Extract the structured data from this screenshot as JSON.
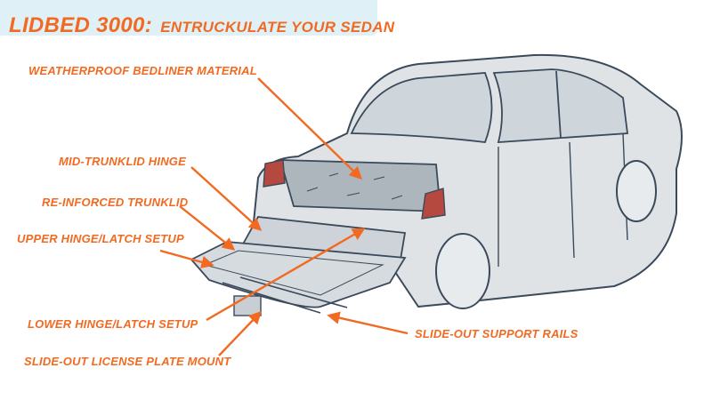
{
  "title": {
    "main": "LIDBED 3000:",
    "subtitle": "ENTRUCKULATE YOUR SEDAN"
  },
  "callouts": [
    "WEATHERPROOF BEDLINER MATERIAL",
    "MID-TRUNKLID HINGE",
    "RE-INFORCED TRUNKLID",
    "UPPER HINGE/LATCH SETUP",
    "LOWER HINGE/LATCH SETUP",
    "SLIDE-OUT LICENSE PLATE MOUNT",
    "SLIDE-OUT SUPPORT RAILS"
  ],
  "colors": {
    "accent": "#f26a21",
    "title_background": "#dff1f7",
    "car_body": "#dfe3e6",
    "car_outline": "#3b4a5a",
    "tail_light": "#b5493f"
  }
}
